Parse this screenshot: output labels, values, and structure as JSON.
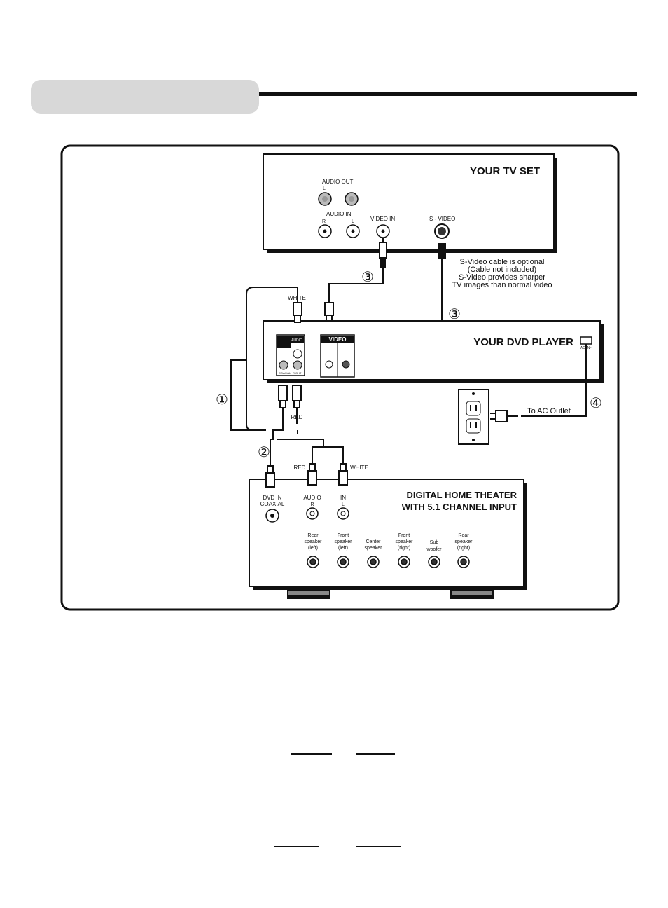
{
  "tv": {
    "title": "YOUR TV SET",
    "audio_out": "AUDIO OUT",
    "audio_out_l": "L",
    "audio_in": "AUDIO IN",
    "audio_in_r": "R",
    "audio_in_l": "L",
    "video_in": "VIDEO IN",
    "s_video": "S - VIDEO"
  },
  "svideo_note": [
    "S-Video cable is optional",
    "(Cable not included)",
    "S-Video provides sharper",
    "TV images than normal video"
  ],
  "dvd": {
    "title": "YOUR DVD PLAYER",
    "video_panel": "VIDEO",
    "audio_panel": "AUDIO",
    "coaxial": "COAXIAL",
    "right": "RIGHT",
    "ac": "AC IN~"
  },
  "cables": {
    "white": "WHITE",
    "red": "RED",
    "red2": "RED",
    "white2": "WHITE",
    "ac_outlet": "To AC Outlet"
  },
  "steps": {
    "one": "①",
    "two": "②",
    "three_a": "③",
    "three_b": "③",
    "four": "④"
  },
  "theater": {
    "title_line1": "DIGITAL HOME THEATER",
    "title_line2": "WITH 5.1 CHANNEL INPUT",
    "dvd_in": "DVD IN",
    "coaxial": "COAXIAL",
    "audio": "AUDIO",
    "in": "IN",
    "audio_r": "R",
    "in_l": "L",
    "speakers": [
      [
        "Rear",
        "speaker",
        "(left)"
      ],
      [
        "Front",
        "speaker",
        "(left)"
      ],
      [
        "Center",
        "speaker"
      ],
      [
        "Front",
        "speaker",
        "(right)"
      ],
      [
        "Sub",
        "woofer"
      ],
      [
        "Rear",
        "speaker",
        "(right)"
      ]
    ]
  }
}
